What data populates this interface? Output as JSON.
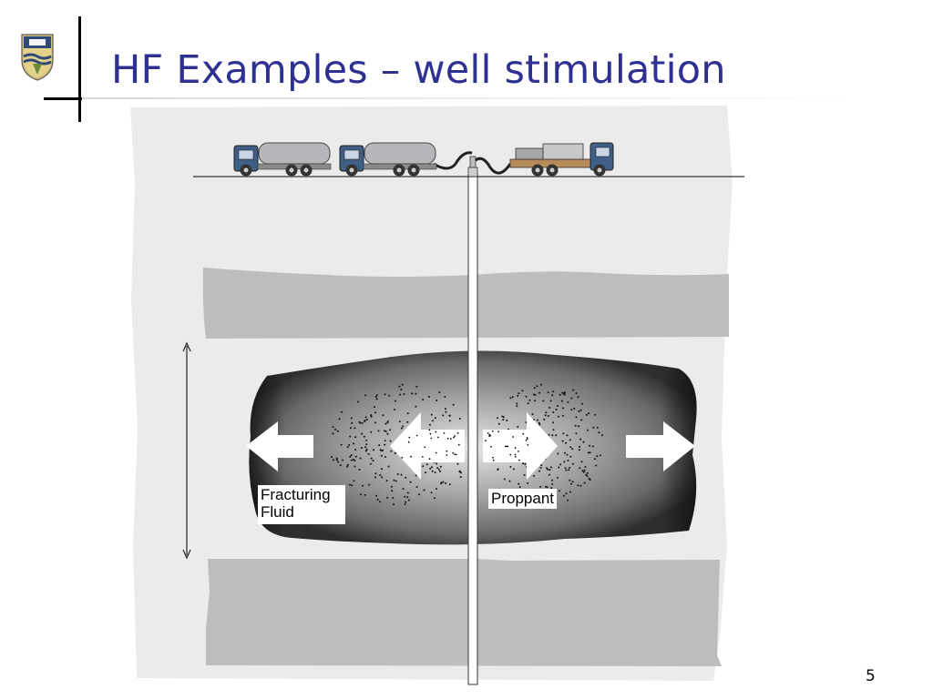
{
  "slide": {
    "title": "HF Examples – well stimulation",
    "page_number": "5"
  },
  "diagram": {
    "labels": {
      "fracturing_fluid": [
        "Fracturing",
        "Fluid"
      ],
      "proppant": "Proppant"
    },
    "colors": {
      "title": "#2e3192",
      "background_rock": "#ebebeb",
      "rock_layer": "#bdbdbd",
      "truck_cab": "#3f5f86",
      "tank": "#b5b7ba"
    }
  }
}
